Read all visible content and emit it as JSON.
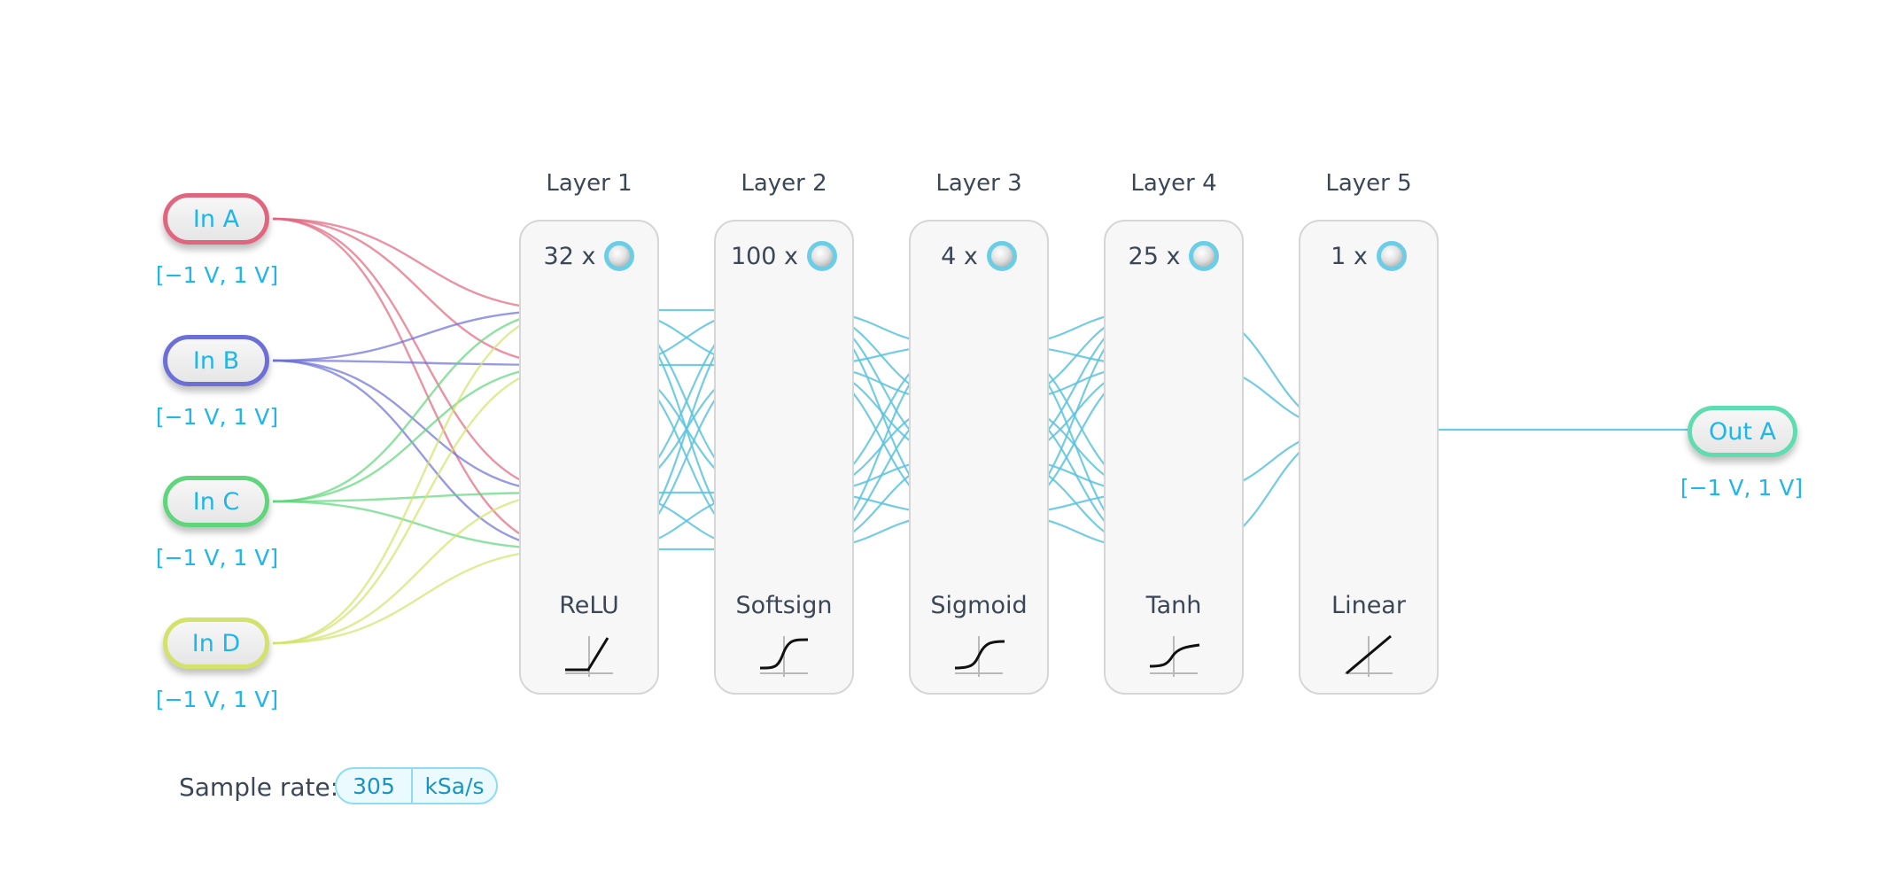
{
  "inputs": [
    {
      "label": "In A",
      "range": "[−1 V, 1 V]",
      "color": "#e0657e"
    },
    {
      "label": "In B",
      "range": "[−1 V, 1 V]",
      "color": "#6b6fd6"
    },
    {
      "label": "In C",
      "range": "[−1 V, 1 V]",
      "color": "#5fd67b"
    },
    {
      "label": "In D",
      "range": "[−1 V, 1 V]",
      "color": "#d3e26a"
    }
  ],
  "outputs": [
    {
      "label": "Out A",
      "range": "[−1 V, 1 V]",
      "color": "#5fdcb0"
    }
  ],
  "layers": [
    {
      "title": "Layer 1",
      "count": "32 x",
      "activation": "ReLU",
      "icon": "relu-icon",
      "visible_nodes": 4,
      "ellipsis": true
    },
    {
      "title": "Layer 2",
      "count": "100 x",
      "activation": "Softsign",
      "icon": "softsign-icon",
      "visible_nodes": 4,
      "ellipsis": true
    },
    {
      "title": "Layer 3",
      "count": "4 x",
      "activation": "Sigmoid",
      "icon": "sigmoid-icon",
      "visible_nodes": 4,
      "ellipsis": false
    },
    {
      "title": "Layer 4",
      "count": "25 x",
      "activation": "Tanh",
      "icon": "tanh-icon",
      "visible_nodes": 4,
      "ellipsis": true
    },
    {
      "title": "Layer 5",
      "count": "1 x",
      "activation": "Linear",
      "icon": "linear-icon",
      "visible_nodes": 1,
      "ellipsis": false
    }
  ],
  "sample_rate": {
    "label": "Sample rate:",
    "value": "305",
    "unit": "kSa/s"
  },
  "colors": {
    "connection": "#5cc3dd",
    "node_ring": "#6ccde6",
    "accent": "#1fb6e8"
  }
}
